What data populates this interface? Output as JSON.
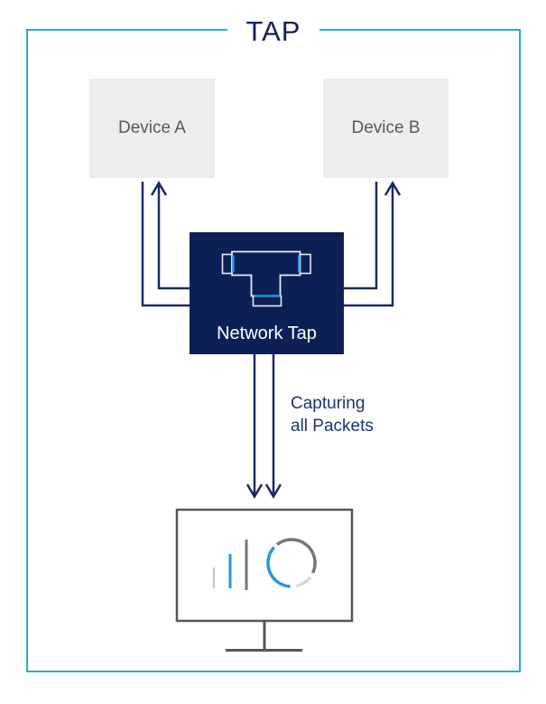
{
  "title": "TAP",
  "devices": [
    {
      "label": "Device A"
    },
    {
      "label": "Device B"
    }
  ],
  "tap": {
    "label": "Network Tap"
  },
  "caption": {
    "lines": [
      "Capturing",
      "all Packets"
    ]
  },
  "icons": {
    "tap_connector": "t-connector-icon",
    "monitor": "monitor-analytics-icon",
    "bar_chart": "bar-chart-icon",
    "donut_chart": "donut-chart-icon"
  },
  "colors": {
    "frame_blue": "#29a9e1",
    "navy_box": "#0d2055",
    "arrow_navy": "#1b2a63",
    "title_navy": "#15234f",
    "caption_blue": "#1c3470",
    "accent_blue": "#2398df",
    "tap_outline": "#e9ecf4",
    "device_bg": "#ededed",
    "device_text": "#58585a",
    "monitor_gray": "#55565a",
    "bar_light_gray": "#c9cacc",
    "bar_dark_gray": "#76777a",
    "donut_light_gray": "#d6d7d9"
  }
}
